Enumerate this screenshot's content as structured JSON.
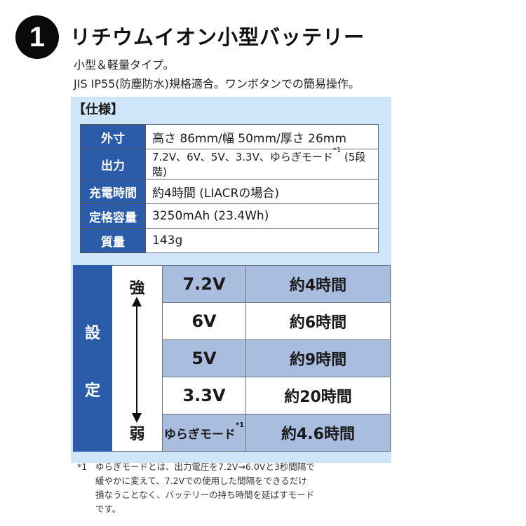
{
  "badge": {
    "number": "1"
  },
  "header": {
    "title": "リチウムイオン小型バッテリー",
    "subtitle_line1": "小型＆軽量タイプ。",
    "subtitle_line2": "JIS IP55(防塵防水)規格適合。ワンボタンでの簡易操作。"
  },
  "spec": {
    "heading": "【仕様】",
    "rows": [
      {
        "label": "外寸",
        "value": "高さ 86mm/幅 50mm/厚さ 26mm"
      },
      {
        "label": "出力",
        "value": "7.2V、6V、5V、3.3V、ゆらぎモード",
        "sup": "*1",
        "value_suffix": " (5段階)"
      },
      {
        "label": "充電時間",
        "value": "約4時間 (LIACRの場合)"
      },
      {
        "label": "定格容量",
        "value": "3250mAh (23.4Wh)"
      },
      {
        "label": "質量",
        "value": "143g"
      }
    ]
  },
  "settings": {
    "side_label_1": "設",
    "side_label_2": "定",
    "strong_label": "強",
    "weak_label": "弱",
    "rows": [
      {
        "voltage": "7.2V",
        "time": "約4時間"
      },
      {
        "voltage": "6V",
        "time": "約6時間"
      },
      {
        "voltage": "5V",
        "time": "約9時間"
      },
      {
        "voltage": "3.3V",
        "time": "約20時間"
      },
      {
        "voltage": "ゆらぎモード",
        "sup": "*1",
        "time": "約4.6時間"
      }
    ],
    "colors": {
      "header_blue": "#2a5caa",
      "shaded_row": "#a9bedf",
      "panel_bg": "#cfe6fa"
    }
  },
  "footnote": {
    "mark": "*1",
    "line1": "ゆらぎモードとは、出力電圧を7.2V→6.0Vと3秒間隔で",
    "line2": "緩やかに変えて、7.2Vでの使用した間隔をできるだけ",
    "line3": "損なうことなく、バッテリーの持ち時間を延ばすモード",
    "line4": "です。"
  }
}
